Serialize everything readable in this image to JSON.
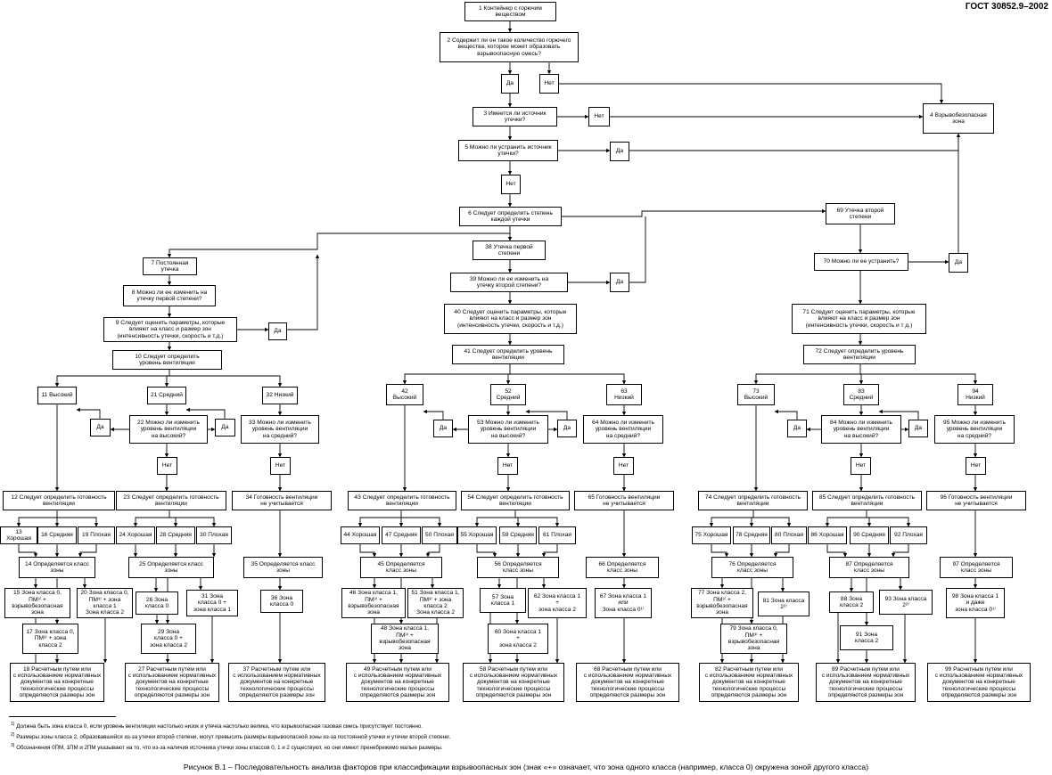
{
  "header": {
    "standard_code": "ГОСТ 30852.9–2002"
  },
  "nodes": {
    "n1": "1 Контейнер с горючим\nвеществом",
    "n2": "2 Содержит ли он такое количество горючего\nвещества, которое может образовать\nвзрывоопасную смесь?",
    "n2y": "Да",
    "n2n": "Нет",
    "n3": "3 Имеется ли источник\nутечки?",
    "n3n": "Нет",
    "n4": "4 Взрывобезопасная\nзона",
    "n5": "5 Можно ли устранить источник\nутечки?",
    "n5y": "Да",
    "n5n": "Нет",
    "n6": "6 Следует определить степень\nкаждой утечки",
    "n7": "7 Постоянная\nутечка",
    "n8": "8 Можно ли ее изменить на\nутечку первой степени?",
    "n9": "9 Следует оценить параметры, которые\nвлияют на класс и размер зон\n(интенсивность утечки, скорость и т.д.)",
    "n9y": "Да",
    "n10": "10 Следует определить\nуровень вентиляции",
    "n11": "11 Высокий",
    "n21": "21 Средний",
    "n32": "32 Низкий",
    "n22y": "Да",
    "n22": "22 Можно ли изменить\nуровень вентиляции\nна высокий?",
    "n33y": "Да",
    "n33": "33 Можно ли изменить\nуровень вентиляции\nна средний?",
    "n22n": "Нет",
    "n33n": "Нет",
    "n12": "12 Следует определить готовность\nвентиляции",
    "n23": "23 Следует определить готовность\nвентиляции",
    "n34": "34 Готовность вентиляции\nне учитывается",
    "n13": "13 Хорошая",
    "n16": "16 Средняя",
    "n19": "19 Плохая",
    "n24": "24 Хорошая",
    "n28": "28 Средняя",
    "n30": "30 Плохая",
    "n14": "14 Определяется класс\nзоны",
    "n25": "25 Определяется класс\nзоны",
    "n35": "35 Определяется класс\nзоны",
    "n15": "15 Зона класса 0,\nПМ³⁾ +\nвзрывобезопасная\nзона",
    "n20": "20 Зона класса 0,\nПМ³⁾ + зона\nкласса 1\nЗона класса 2",
    "n17": "17 Зона класса 0,\nПМ³⁾ + зона\nкласса 2",
    "n26": "26 Зона\nкласса 0",
    "n31": "31 Зона\nкласса 0 +\nзона класса 1",
    "n29": "29 Зона\nкласса 0 +\nзона класса 2",
    "n36": "36 Зона\nкласса 0",
    "n18": "18 Расчетным путем или\nс использованием нормативных\nдокументов на конкретные\nтехнологические процессы\nопределяются размеры зон",
    "n27": "27 Расчетным путем или\nс использованием нормативных\nдокументов на конкретные\nтехнологические процессы\nопределяются размеры зон",
    "n37": "37 Расчетным путем или\nс использованием нормативных\nдокументов на конкретные\nтехнологические процессы\nопределяются размеры зон",
    "n38": "38 Утечка первой\nстепени",
    "n39": "39 Можно ли ее изменить на\nутечку второй степени?",
    "n39y": "Да",
    "n40": "40 Следует оценить параметры, которые\nвлияют на класс и размер зон\n(интенсивность утечки, скорость и т.д.)",
    "n41": "41 Следует определить уровень\nвентиляции",
    "n42": "42\nВысокий",
    "n52": "52\nСредний",
    "n63": "63\nНизкий",
    "n53y": "Да",
    "n53": "53 Можно ли изменить\nуровень вентиляции\nна высокий?",
    "n64y": "Да",
    "n64": "64 Можно ли изменить\nуровень вентиляции\nна средний?",
    "n53n": "Нет",
    "n64n": "Нет",
    "n43": "43 Следует определить готовность\nвентиляции",
    "n54": "54 Следует определить готовность\nвентиляции",
    "n65": "65 Готовность вентиляции\nне учитывается",
    "n44": "44 Хорошая",
    "n47": "47 Средняя",
    "n50": "50 Плохая",
    "n55": "55 Хорошая",
    "n59": "59 Средняя",
    "n61": "61 Плохая",
    "n45": "45 Определяется\nкласс зоны",
    "n56": "56 Определяется\nкласс зоны",
    "n66": "66 Определяется\nкласс зоны",
    "n46": "46 Зона класса 1,\nПМ³⁾ +\nвзрывобезопасная\nзона",
    "n51": "51 Зона класса 1,\nПМ³⁾ + зона\nкласса 2\nЗона класса 2",
    "n48": "48 Зона класса 1,\nПМ³⁾ +\nвзрывобезопасная\nзона",
    "n57": "57 Зона\nкласса 1",
    "n62": "62 Зона класса 1\n+\nзона класса 2",
    "n60": "60 Зона класса 1\n+\nзона класса 2",
    "n67": "67 Зона класса 1\nили\nЗона класса 0¹⁾",
    "n49": "49 Расчетным путем или\nс использованием нормативных\nдокументов на конкретные\nтехнологические процессы\nопределяются размеры зон",
    "n58": "58 Расчетным путем или\nс использованием нормативных\nдокументов на конкретные\nтехнологические процессы\nопределяются размеры зон",
    "n68": "68 Расчетным путем или\nс использованием нормативных\nдокументов на конкретные\nтехнологические процессы\nопределяются размеры зон",
    "n69": "69 Утечка второй\nстепени",
    "n70": "70 Можно ли ее устранить?",
    "n70y": "Да",
    "n71": "71 Следует оценить параметры, которые\nвлияют на класс и размер зон\n(интенсивность утечки, скорость и т д.)",
    "n72": "72 Следует определить уровень\nвентиляции",
    "n73": "73\nВысокий",
    "n83": "83\nСредний",
    "n94": "94\nНизкий",
    "n84y": "Да",
    "n84": "84 Можно ли изменить\nуровень вентиляции\nна высокий?",
    "n95y": "Да",
    "n95": "95 Можно ли изменить\nуровень вентиляции\nна средний?",
    "n84n": "Нет",
    "n95n": "Нет",
    "n74": "74 Следует определить готовность\nвентиляции",
    "n85": "85 Следует определить готовность\nвентиляции",
    "n96": "96 Готовность вентиляции\nне учитывается",
    "n75": "75 Хорошая",
    "n78": "78 Средняя",
    "n80": "80 Плохая",
    "n86": "86 Хорошая",
    "n90": "90 Средняя",
    "n92": "92 Плохая",
    "n76": "76 Определяется\nкласс зоны",
    "n87": "87 Определяется\nкласс зоны",
    "n97": "97 Определяется\nкласс зоны",
    "n77": "77 Зона класса 2,\nПМ³⁾ +\nвзрывобезопасная\nзона",
    "n81": "81 Зона класса\n2²⁾",
    "n79": "79 Зона класса 0,\nПМ³⁾ +\nвзрывобезопасная\nзона",
    "n88": "88 Зона\nкласса 2",
    "n93": "93 Зона класса\n2²⁾",
    "n91": "91 Зона\nкласса 2",
    "n98": "98 Зона класса 1\nи даже\nзона класса 0¹⁾",
    "n82": "82 Расчетным путем или\nс использованием нормативных\nдокументов на конкретные\nтехнологические процессы\nопределяются размеры зон",
    "n89": "89 Расчетным путем или\nс использованием нормативных\nдокументов на конкретные\nтехнологические процессы\nопределяются размеры зон",
    "n99": "99 Расчетным путем или\nс использованием нормативных\nдокументов на конкретные\nтехнологические процессы\nопределяются размеры зон"
  },
  "footnotes": {
    "f1_mark": "1)",
    "f1_text": "Должна быть зона класса 0, если уровень вентиляции настолько низок и утечка настолько велика, что взрывоопасная газовая смесь присутствует постоянно.",
    "f2_mark": "2)",
    "f2_text": "Размеры зоны класса 2, образовавшейся из-за утечки второй степени, могут превысить размеры взрывоопасной зоны из-за постоянной утечки и утечки второй степени.",
    "f3_mark": "3)",
    "f3_text": "Обозначения 0ПМ, 1ПМ и 2ПМ указывают на то, что из-за наличия источника утечки зоны классов 0, 1 и 2 существуют, но они имеют пренебрежимо малые размеры."
  },
  "caption": "Рисунок В.1 – Последовательность анализа факторов при классификации взрывоопасных зон (знак «+» означает, что зона одного класса (например, класса 0) окружена зоной другого класса)"
}
